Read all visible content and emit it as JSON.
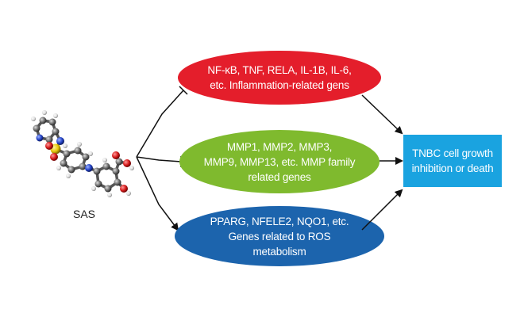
{
  "drug": {
    "label": "SAS"
  },
  "nodes": [
    {
      "id": "inflammation",
      "lines": [
        "NF-κB, TNF, RELA, IL-1B, IL-6,",
        "etc. Inflammation-related gens"
      ],
      "color": "#e41e2b"
    },
    {
      "id": "mmp",
      "lines": [
        "MMP1, MMP2, MMP3,",
        "MMP9, MMP13, etc. MMP family",
        "related genes"
      ],
      "color": "#7fba2e"
    },
    {
      "id": "ros",
      "lines": [
        "PPARG, NFELE2, NQO1, etc.",
        "Genes related to ROS",
        "metabolism"
      ],
      "color": "#1c64ad"
    }
  ],
  "outcome": {
    "lines": [
      "TNBC cell growth",
      "inhibition or death"
    ],
    "color": "#1aa3e0"
  }
}
